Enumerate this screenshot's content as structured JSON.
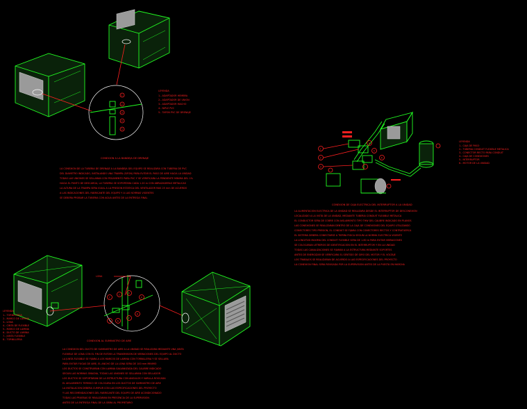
{
  "drawing": {
    "background": "#000000",
    "colors": {
      "lines": "#22ff22",
      "text": "#ff2020",
      "circle": "#ffffff"
    }
  },
  "details": [
    {
      "id": "detail-drain",
      "caption": "CONEXION A LA BANDEJA DE DRENAJE",
      "legend_title": "LEYENDA",
      "legend_items": [
        "1.- ADAPTADOR HEMBRA",
        "2.- ADAPTADOR DE UNION",
        "3.- ADAPTADOR MACHO",
        "4.- NIPLE PVC",
        "5.- TAPON PVC DE DRENAJE"
      ],
      "callouts": [
        "1",
        "2",
        "3",
        "4",
        "5"
      ],
      "notes": [
        "LA CONEXION DE LA TUBERIA DE DRENAJE A LA BANDEJA DEL EQUIPO SE REALIZARA CON TUBERIA DE PVC",
        "DEL DIAMETRO INDICADO, INSTALANDO UNA TRAMPA (SIFON) PARA EVITAR EL PASO DE AIRE HACIA LA UNIDAD",
        "TODAS LAS UNIONES SE SELLARAN CON PEGAMENTO PARA PVC Y SE VERIFICARA LA PENDIENTE MINIMA DEL 1%",
        "HACIA EL PUNTO DE DESCARGA, LA TUBERIA SE SOPORTARA CADA 1.20 m CON ABRAZADERAS METALICAS",
        "LA ALTURA DE LA TRAMPA SERA IGUAL A LA PRESION ESTATICA DEL VENTILADOR MAS 25 mm DE ACUERDO",
        "A LAS INDICACIONES DEL FABRICANTE DEL EQUIPO Y A LAS NORMAS VIGENTES",
        "SE DEBERA PROBAR LA TUBERIA CON AGUA ANTES DE LA ENTREGA FINAL"
      ]
    },
    {
      "id": "detail-power",
      "caption": "CONEXION DE CAJA ELECTRICA DEL INTERRUPTOR A LA UNIDAD",
      "legend_title": "LEYENDA",
      "legend_items": [
        "1.- CAJA DE PASO",
        "2.- TUBERIA CONDUIT FLEXIBLE METALICA",
        "3.- CONECTOR RECTO PARA CONDUIT",
        "4.- CAJA DE CONEXIONES",
        "5.- INTERRUPTOR",
        "6.- MOTOR DE LA UNIDAD"
      ],
      "callouts": [
        "1",
        "2",
        "3",
        "4",
        "5",
        "6"
      ],
      "notes": [
        "LA ALIMENTACION ELECTRICA DE LA UNIDAD SE REALIZARA DESDE EL INTERRUPTOR DE DESCONEXION",
        "LOCALIZADO A LA VISTA DE LA UNIDAD, MEDIANTE TUBERIA CONDUIT FLEXIBLE METALICA",
        "EL CONDUCTOR SERA DE COBRE CON AISLAMIENTO TIPO THW DEL CALIBRE INDICADO EN PLANOS",
        "LAS CONEXIONES SE REALIZARAN DENTRO DE LA CAJA DE CONEXIONES DEL EQUIPO UTILIZANDO",
        "CONECTORES TIPO PRESION, EL CONDUIT SE FIJARA CON CONECTORES RECTOS Y CONTRATUERCA",
        "EL SISTEMA DEBERA CONECTARSE A TIERRA FISICA SEGUN LA NORMA ELECTRICA VIGENTE",
        "LA LONGITUD MAXIMA DEL CONDUIT FLEXIBLE SERA DE 1.80 m PARA EVITAR VIBRACIONES",
        "SE COLOCARAN LETREROS DE IDENTIFICACION EN EL INTERRUPTOR Y EN LA UNIDAD",
        "TODAS LAS CANALIZACIONES SE FIJARAN A LA ESTRUCTURA MEDIANTE SOPORTES",
        "ANTES DE ENERGIZAR SE VERIFICARA EL SENTIDO DE GIRO DEL MOTOR Y EL VOLTAJE",
        "LOS TRABAJOS SE REALIZARAN DE ACUERDO A LAS ESPECIFICACIONES DEL PROYECTO",
        "LA CONEXION FINAL SERA REVISADA POR LA SUPERVISION ANTES DE LA PUESTA EN MARCHA"
      ]
    },
    {
      "id": "detail-duct",
      "caption": "CONEXION AL SUMINISTRO DE AIRE",
      "pointer_label": "LONA",
      "legend_title": "LEYENDA",
      "legend_items": [
        "1.- TORNILLERIA",
        "2.- MARCO DE LAMINA",
        "3.- LONA",
        "4.- CINTA DE FLEXIBLE",
        "5.- MARCO DE LAMINA",
        "6.- DUCTO DE LAMINA",
        "7.- JUNTA FLEXIBLE",
        "8.- TORNILLERIA"
      ],
      "callouts": [
        "1",
        "2",
        "3",
        "4",
        "5",
        "6",
        "7",
        "8"
      ],
      "notes": [
        "LA CONEXION DEL DUCTO DE SUMINISTRO DE AIRE A LA UNIDAD SE REALIZARA MEDIANTE UNA JUNTA",
        "FLEXIBLE DE LONA CON EL FIN DE EVITAR LA TRANSMISION DE VIBRACIONES DEL EQUIPO AL DUCTO",
        "LA JUNTA FLEXIBLE SE FIJARA A LOS MARCOS DE LAMINA CON TORNILLERIA Y SE SELLARA",
        "PARA EVITAR FUGAS DE AIRE, EL ANCHO DE LA LONA SERA DE 100 mm MINIMO",
        "LOS DUCTOS SE CONSTRUIRAN CON LAMINA GALVANIZADA DEL CALIBRE INDICADO",
        "SEGUN LAS NORMAS SMACNA, TODAS LAS UNIONES SE SELLARAN CON SELLADOR",
        "LOS DUCTOS SE SOPORTARAN DE LA ESTRUCTURA CON ANGULOS Y VARILLA ROSCADA",
        "EL AISLAMIENTO TERMICO SE COLOCARA EN LOS DUCTOS DE SUMINISTRO DE AIRE",
        "LA INSTALACION DEBERA CUMPLIR CON LAS ESPECIFICACIONES DEL PROYECTO",
        "Y LAS RECOMENDACIONES DEL FABRICANTE DEL EQUIPO DE AIRE ACONDICIONADO",
        "TODAS LAS PRUEBAS SE REALIZARAN EN PRESENCIA DE LA SUPERVISION",
        "ANTES DE LA ENTREGA FINAL DE LA OBRA AL PROPIETARIO"
      ]
    }
  ]
}
